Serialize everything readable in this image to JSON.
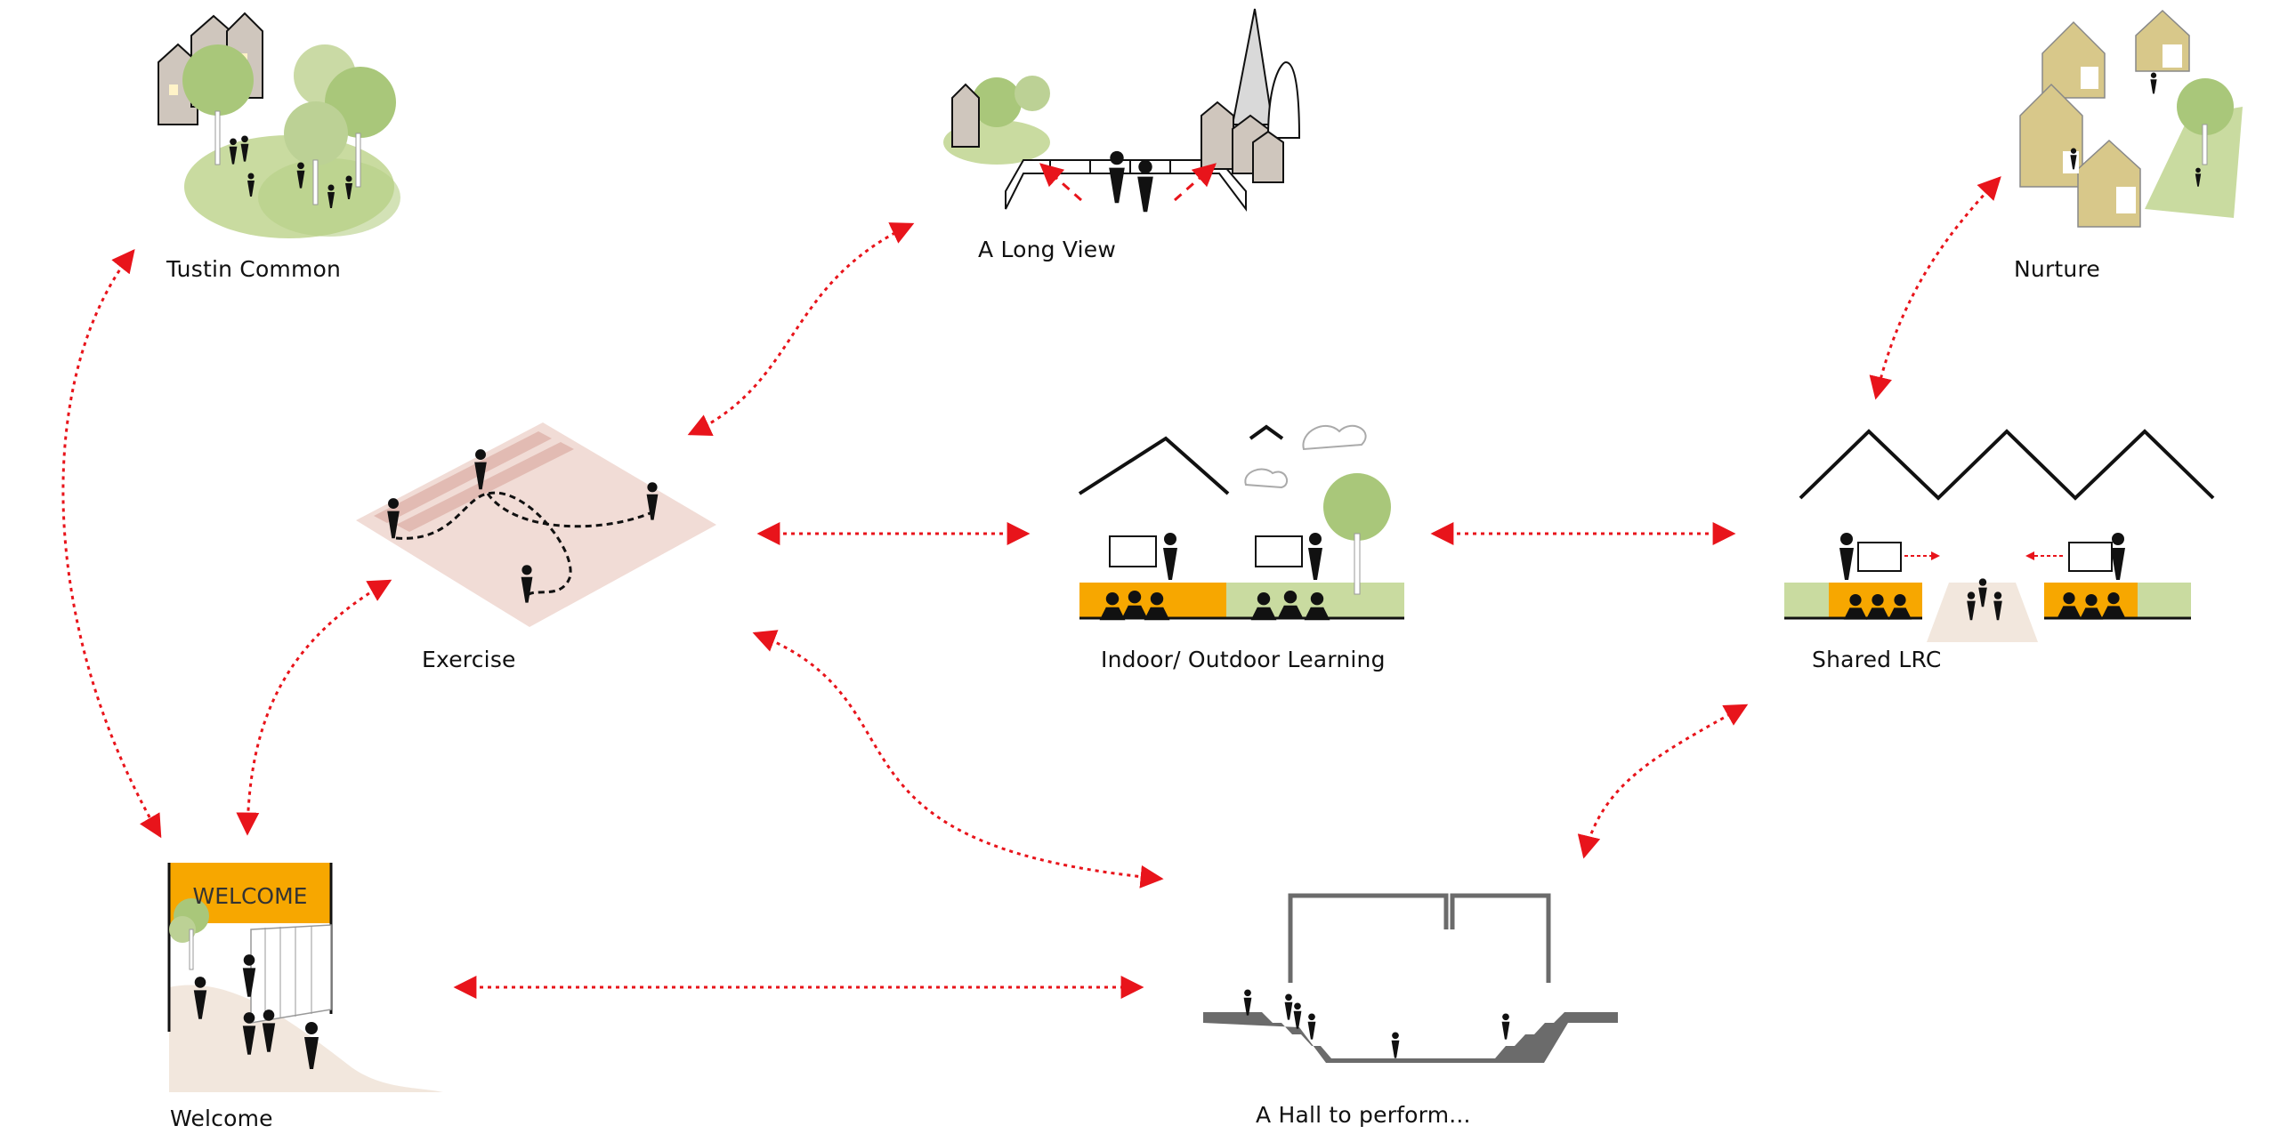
{
  "colors": {
    "arrow": "#e8141b",
    "orange": "#f7a700",
    "green_light": "#c9dba0",
    "green_tree": "#a9c77a",
    "house_tan": "#d8c88a",
    "house_grey": "#cfc6bd",
    "pink_floor": "#f1dcd6",
    "ground_beige": "#f2e7dd",
    "hall_grey": "#6b6b6b",
    "ink": "#111111"
  },
  "nodes": [
    {
      "id": "tustin",
      "label": "Tustin Common"
    },
    {
      "id": "longview",
      "label": "A Long View"
    },
    {
      "id": "nurture",
      "label": "Nurture"
    },
    {
      "id": "exercise",
      "label": "Exercise"
    },
    {
      "id": "learning",
      "label": "Indoor/ Outdoor Learning"
    },
    {
      "id": "lrc",
      "label": "Shared LRC"
    },
    {
      "id": "welcome",
      "label": "Welcome"
    },
    {
      "id": "hall",
      "label": "A Hall to perform..."
    }
  ],
  "welcome_sign": "WELCOME",
  "connections": [
    {
      "from": "tustin",
      "to": "welcome"
    },
    {
      "from": "exercise",
      "to": "longview"
    },
    {
      "from": "exercise",
      "to": "welcome"
    },
    {
      "from": "exercise",
      "to": "learning"
    },
    {
      "from": "learning",
      "to": "lrc"
    },
    {
      "from": "exercise",
      "to": "hall"
    },
    {
      "from": "welcome",
      "to": "hall"
    },
    {
      "from": "hall",
      "to": "lrc"
    },
    {
      "from": "nurture",
      "to": "lrc"
    }
  ]
}
